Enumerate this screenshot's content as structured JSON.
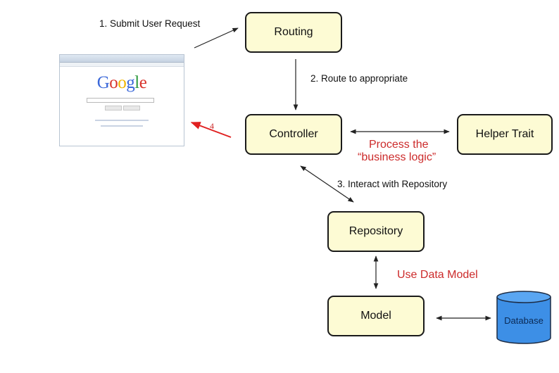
{
  "nodes": {
    "routing": "Routing",
    "controller": "Controller",
    "helper": "Helper Trait",
    "repository": "Repository",
    "model": "Model",
    "database": "Database"
  },
  "edges": {
    "submit": "1. Submit User Request",
    "route": "2. Route to appropriate",
    "interact": "3. Interact with Repository",
    "response": "4"
  },
  "notes": {
    "process_line1": "Process the",
    "process_line2": "“business logic”",
    "data_model": "Use Data Model"
  },
  "browser": {
    "logo_letters": [
      "G",
      "o",
      "o",
      "g",
      "l",
      "e"
    ],
    "logo_colors": [
      "#3b68d9",
      "#d8332b",
      "#f0b500",
      "#3b68d9",
      "#2e9a3e",
      "#d8332b"
    ]
  },
  "colors": {
    "box_fill": "#fdfbd4",
    "annotation_red": "#cc2a2a",
    "database_fill": "#3d8fe6"
  }
}
